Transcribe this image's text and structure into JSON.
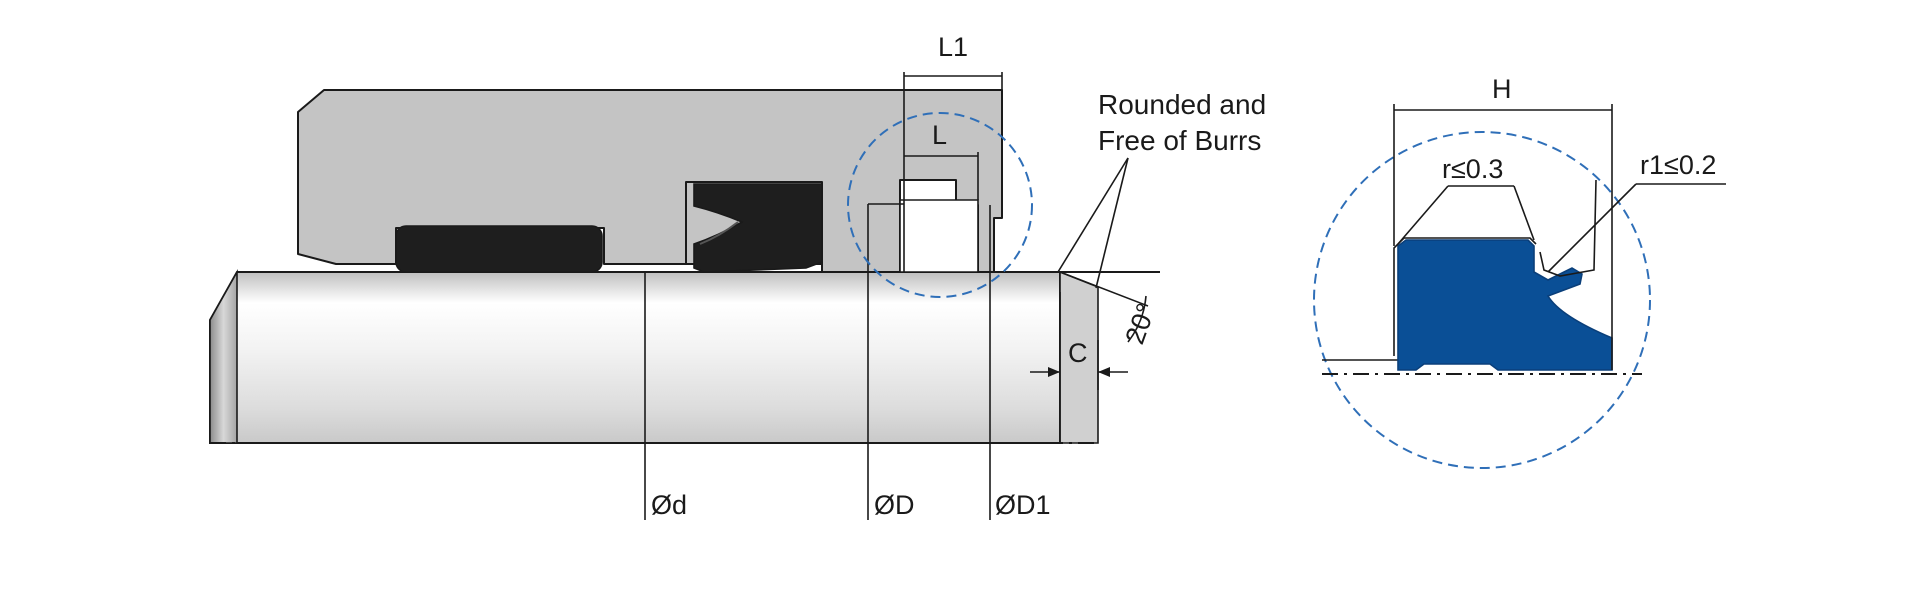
{
  "labels": {
    "L1": "L1",
    "L": "L",
    "H": "H",
    "C": "C",
    "angle": "20°",
    "d": "Ød",
    "D": "ØD",
    "D1": "ØD1",
    "r": "r≤0.3",
    "r1": "r1≤0.2",
    "note_line1": "Rounded and",
    "note_line2": "Free of Burrs"
  },
  "colors": {
    "housing": "#c4c4c4",
    "seal_black": "#1e1e1e",
    "seal_blue": "#0a4f96",
    "detail_circle": "#2f6fb8",
    "line": "#1a1a1a"
  }
}
